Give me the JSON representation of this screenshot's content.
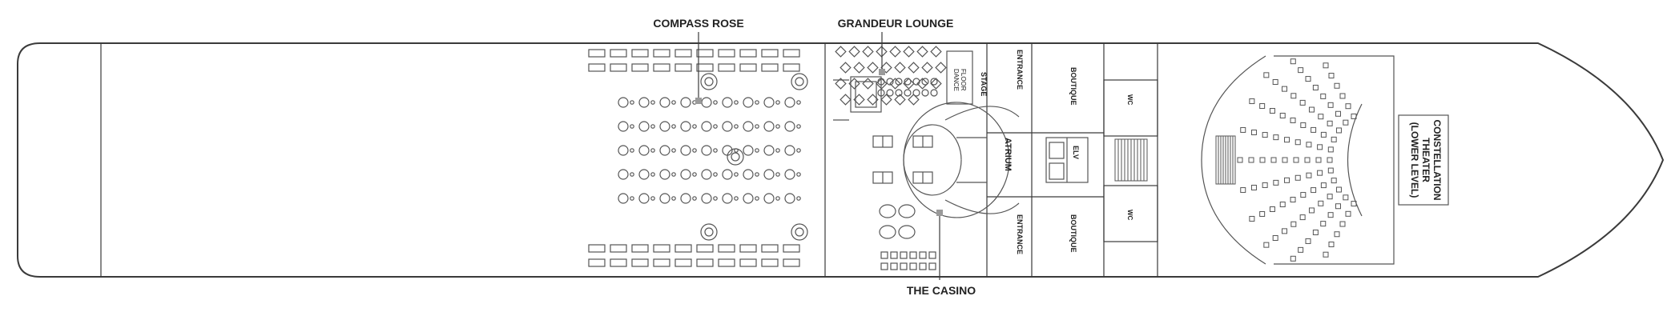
{
  "labels": {
    "compass_rose": "COMPASS ROSE",
    "grandeur_lounge": "GRANDEUR  LOUNGE",
    "the_casino": "THE CASINO",
    "stage": "STAGE",
    "dance_floor_1": "DANCE",
    "dance_floor_2": "FLOOR",
    "entrance_top": "ENTRANCE",
    "entrance_bottom": "ENTRANCE",
    "atrium": "ATRIUM",
    "elv": "ELV",
    "boutique_top": "BOUTIQUE",
    "boutique_bottom": "BOUTIQUE",
    "wc_top": "WC",
    "wc_bottom": "WC",
    "theater_line1": "CONSTELLATION",
    "theater_line2": "THEATER",
    "theater_line3": "(LOWER LEVEL)"
  },
  "colors": {
    "outline": "#3a3a3a",
    "furniture": "#555555",
    "label": "#222222",
    "marker": "#9a9a9a"
  }
}
